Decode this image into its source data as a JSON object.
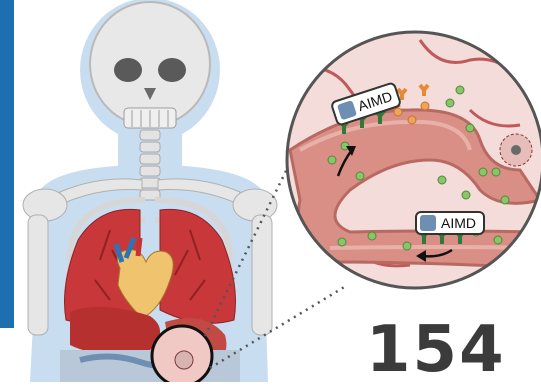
{
  "figure": {
    "device_label_top": "AIMD",
    "device_label_bottom": "AIMD",
    "page_number": "154"
  },
  "colors": {
    "side_bar": "#1d6fb0",
    "body_silhouette": "#c9ddf0",
    "bone": "#e6e6e6",
    "lung": "#c8373a",
    "liver": "#b5302e",
    "vessel_wall": "#e7b1a9",
    "vessel_lumen": "#d98f86",
    "tissue_background": "#f3dcda",
    "receptor": "#2f7a3a",
    "particle_green": "#8bc46a",
    "particle_orange": "#f2a35a"
  },
  "icons": [
    "aimd-device-icon",
    "skull",
    "ribcage",
    "heart",
    "lungs",
    "liver",
    "arrow-icon"
  ]
}
